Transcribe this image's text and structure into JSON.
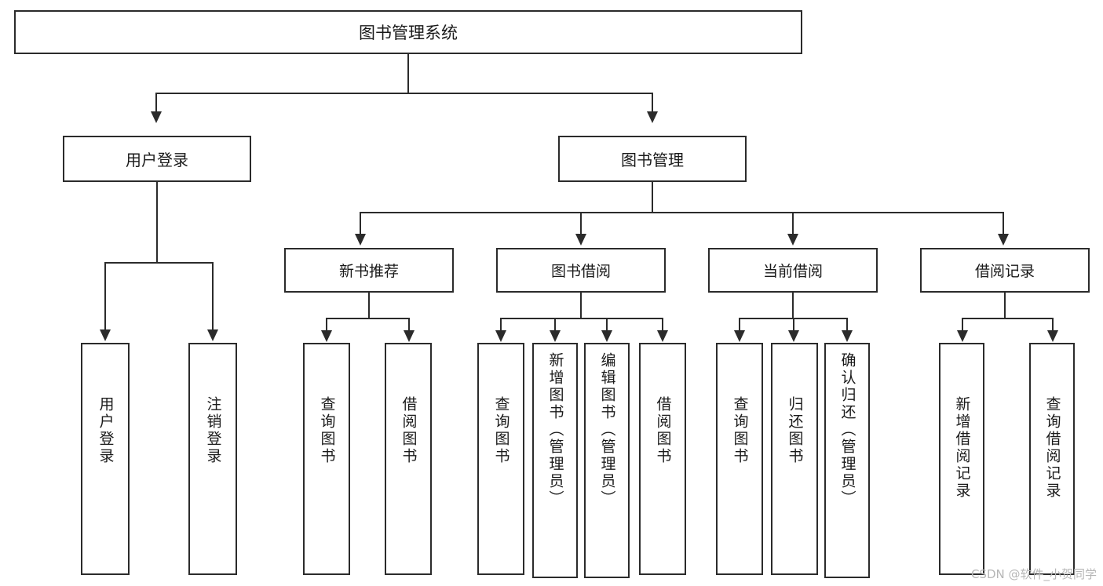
{
  "diagram": {
    "title": "图书管理系统",
    "root": {
      "label": "图书管理系统"
    },
    "level1": [
      {
        "label": "用户登录"
      },
      {
        "label": "图书管理"
      }
    ],
    "level2": [
      {
        "label": "新书推荐"
      },
      {
        "label": "图书借阅"
      },
      {
        "label": "当前借阅"
      },
      {
        "label": "借阅记录"
      }
    ],
    "leaves": {
      "user_login": [
        {
          "label": "用户登录"
        },
        {
          "label": "注销登录"
        }
      ],
      "new_book_recommend": [
        {
          "label": "查询图书"
        },
        {
          "label": "借阅图书"
        }
      ],
      "book_borrow": [
        {
          "label": "查询图书"
        },
        {
          "label": "新增图书（管理员）"
        },
        {
          "label": "编辑图书（管理员）"
        },
        {
          "label": "借阅图书"
        }
      ],
      "current_borrow": [
        {
          "label": "查询图书"
        },
        {
          "label": "归还图书"
        },
        {
          "label": "确认归还（管理员）"
        }
      ],
      "borrow_record": [
        {
          "label": "新增借阅记录"
        },
        {
          "label": "查询借阅记录"
        }
      ]
    }
  },
  "watermark": {
    "text": "CSDN @软件_小贺同学"
  },
  "colors": {
    "stroke": "#2b2b2b",
    "text": "#1a1a1a",
    "background": "#ffffff",
    "watermark": "#b6b6b6"
  }
}
